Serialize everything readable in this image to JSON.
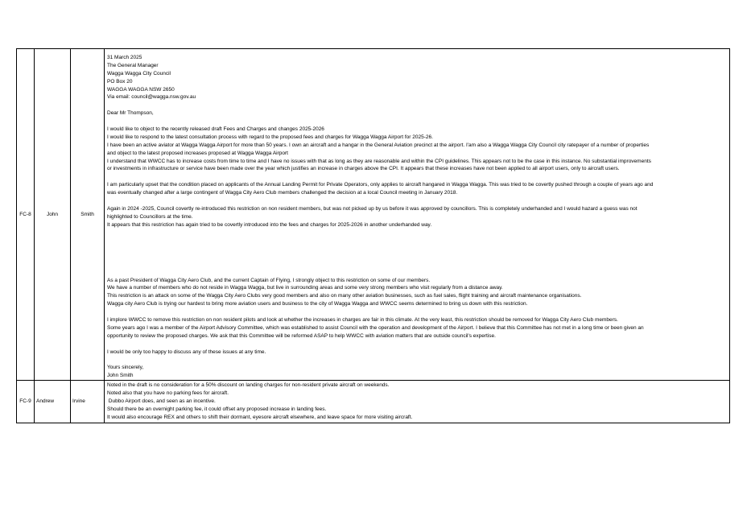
{
  "rows": [
    {
      "id": "FC-8",
      "first_name": "John",
      "last_name": "Smith",
      "letter": {
        "header": [
          "31 March 2025",
          "The General Manager",
          "Wagga Wagga City Council",
          "PO Box 20",
          "WAGGA WAGGA NSW 2650",
          "Via email: council@wagga.nsw.gov.au"
        ],
        "salutation": "Dear Mr Thompson,",
        "para1": [
          "I would like to object to the recently released draft Fees and Charges and changes 2025-2026",
          "I would like to respond to the latest consultation process with regard to the proposed fees and charges for Wagga Wagga Airport for 2025-26.",
          "I have been an active aviator at Wagga Wagga Airport for more than 50 years. I own an aircraft and a  hangar in the General Aviation precinct at the airport.  I'am also a Wagga Wagga City Council city ratepayer of a number of properties",
          "and object to the latest proposed increases proposed at Wagga Wagga Airport",
          "I understand that WWCC has to increase costs from time to time and I have no issues with that as long as they are reasonable and within the CPI guidelines. This appears not to be the case in this instance. No substantial improvements",
          "or investments in infrastructure or service have been made over the year which justifies an increase in charges above the CPI. It appears that these increases have not been applied to all airport users, only to aircraft users."
        ],
        "para2": [
          "I am particularly upset that the condition placed on applicants of the Annual Landing Permit for Private Operators, only applies to aircraft hangared in Wagga Wagga. This was tried to be covertly pushed through a couple of years ago and",
          "was eventually changed after a large contingent of Wagga City Aero Club members challenged the decision at a local Council meeting in January 2018."
        ],
        "para3": [
          "Again in 2024 -2025, Council covertly re-introduced this restriction on non resident members, but was not picked up by us before it was approved by councillors. This is completely underhanded and I would hazard a guess was not",
          "highlighted to Councillors at the time.",
          "It appears that this restriction has again tried to be covertly introduced into the fees and charges for 2025-2026 in another underhanded way."
        ],
        "para4": [
          "As a past President of Wagga City Aero Club, and the current Captain of Flying, I strongly object to this restriction on some of our members.",
          "We have a number of members who do not reside in Wagga Wagga, but live in surrounding areas and some very strong members who visit regularly from a distance away.",
          "This restriction is an attack on some of the Wagga City Aero Clubs very good members and also on many other aviation businesses, such as fuel sales, flight training and aircraft maintenance organisations.",
          "Wagga city Aero Club is trying our hardest to bring more aviation users and business to the city of Wagga Wagga and WWCC seems determined to bring us down with this restriction."
        ],
        "para5": [
          "I implore WWCC to remove this restriction on non resident pilots and look at whether the increases in charges are fair in this climate. At the very least, this restriction should be removed for Wagga City Aero Club members.",
          "Some years ago I was a member of the Airport Advisory Committee, which was established to assist Council with the operation and development of the Airport. I believe that this Committee has not met in a long time or been given an",
          "opportunity to review the proposed charges. We ask that this Committee will be reformed ASAP to help WWCC with aviation matters that are outside council's expertise."
        ],
        "para6": [
          "I would be only too happy to discuss any of these issues at any time."
        ],
        "signoff": [
          "Yours sincerely,",
          "John Smith"
        ]
      }
    },
    {
      "id": "FC-9",
      "first_name": "Andrew",
      "last_name": "Irvine",
      "lines": [
        "Noted in the draft is no consideration for a 50% discount on landing charges for non-resident private aircraft on weekends.",
        "Noted also that you have no parking fees for aircraft.",
        " Dubbo Airport does, and seen as an incentive.",
        "Should there be an overnight parking fee, it could offset any proposed increase in landing fees.",
        "It would also encourage REX and others to shift their dormant, eyesore aircraft elsewhere, and leave space for more visiting aircraft."
      ]
    }
  ]
}
